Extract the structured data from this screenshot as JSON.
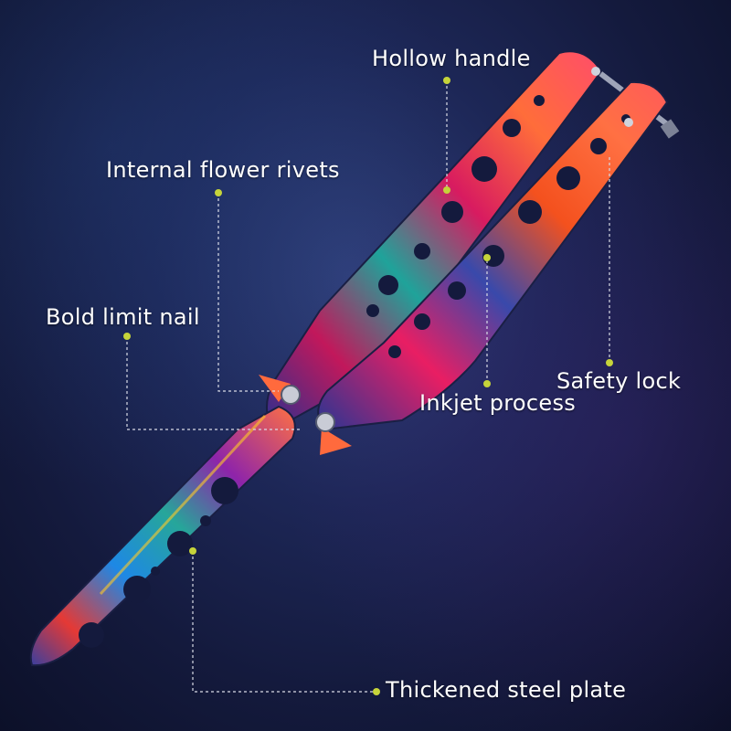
{
  "labels": {
    "hollow_handle": "Hollow handle",
    "internal_flower_rivets": "Internal flower rivets",
    "bold_limit_nail": "Bold limit nail",
    "safety_lock": "Safety lock",
    "inkjet_process": "Inkjet process",
    "thickened_steel_plate": "Thickened steel plate"
  },
  "colors": {
    "background_dark": "#0b0f26",
    "background_mid": "#1d2757",
    "dot": "#c6d43a",
    "leader_line": "#d9dbe6"
  }
}
